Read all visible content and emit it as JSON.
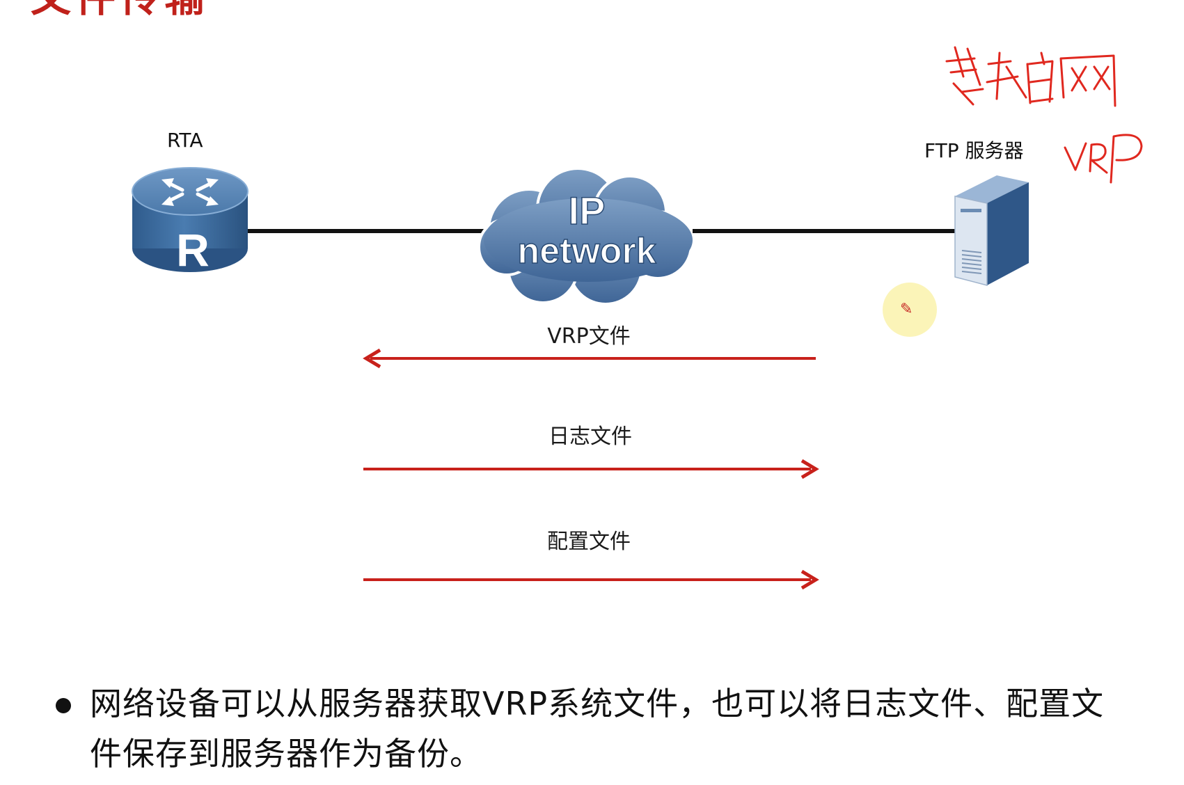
{
  "slide": {
    "title": "文件传输"
  },
  "diagram": {
    "nodes": {
      "router": {
        "label": "RTA",
        "glyph": "R",
        "icon": "router-icon"
      },
      "cloud": {
        "line1": "IP",
        "line2": "network",
        "icon": "cloud-icon"
      },
      "server": {
        "label": "FTP 服务器",
        "icon": "server-icon"
      }
    },
    "transfers": [
      {
        "label": "VRP文件",
        "direction": "server-to-router"
      },
      {
        "label": "日志文件",
        "direction": "router-to-server"
      },
      {
        "label": "配置文件",
        "direction": "router-to-server"
      }
    ],
    "handwritten_annotations": [
      "华为官网",
      "VRP"
    ],
    "colors": {
      "arrow": "#c8211b",
      "device": "#3d6b9c",
      "link": "#111111",
      "ink": "#e0281f"
    }
  },
  "bullets": [
    "网络设备可以从服务器获取VRP系统文件，也可以将日志文件、配置文件保存到服务器作为备份。"
  ],
  "cursor": {
    "icon": "pen-cursor-icon"
  }
}
